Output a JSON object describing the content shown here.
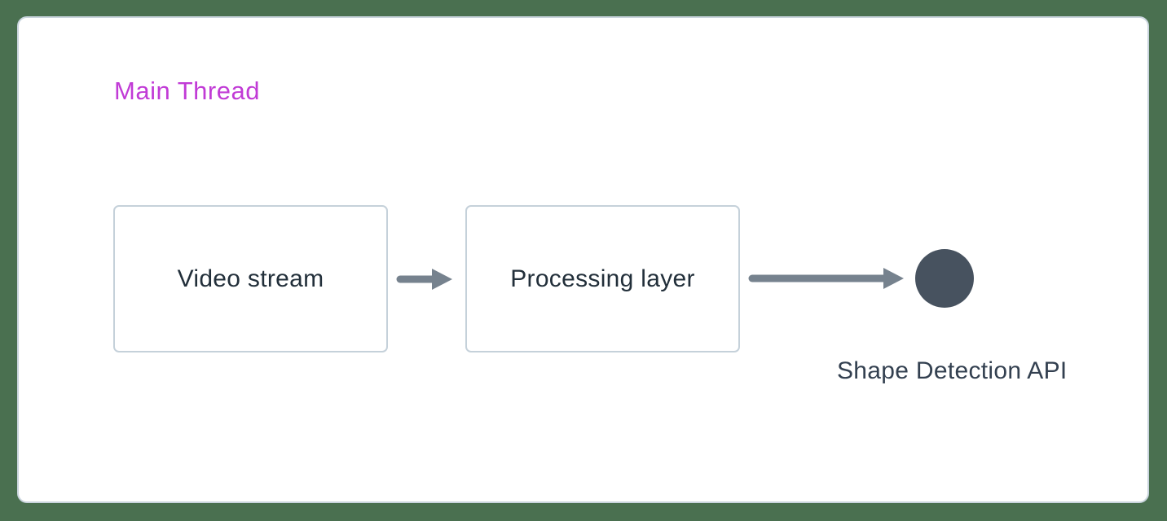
{
  "diagram": {
    "title": "Main Thread",
    "nodes": [
      {
        "label": "Video stream"
      },
      {
        "label": "Processing layer"
      }
    ],
    "arrows": [
      {
        "name": "video-stream-to-processing-layer"
      },
      {
        "name": "processing-layer-to-shape-detection-api"
      }
    ],
    "endpoint": {
      "shape": "circle",
      "label": "Shape Detection API"
    },
    "colors": {
      "background": "#4a7050",
      "card-bg": "#ffffff",
      "card-border": "#c9d4dd",
      "node-border": "#c5d1da",
      "node-text": "#222f3a",
      "title-color": "#c13bd6",
      "arrow-color": "#76828e",
      "circle-color": "#47525f",
      "caption-text": "#334050"
    }
  }
}
